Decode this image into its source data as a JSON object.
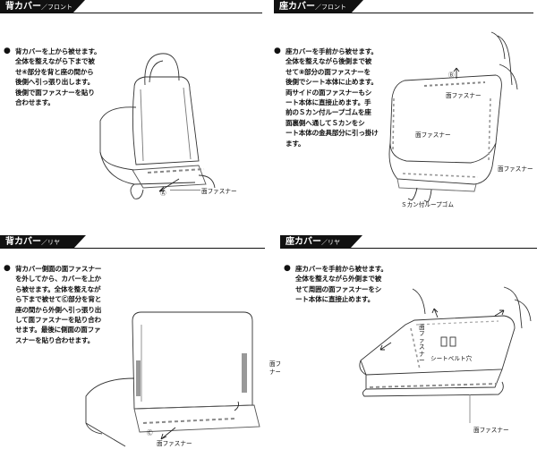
{
  "panels": {
    "back_front": {
      "title": "背カバー",
      "subtitle": "／フロント",
      "lines": [
        "背カバーを上から被せます。",
        "全体を整えながら下まで被",
        "せ④部分を背と座の間から",
        "後側へ引っ張り出します。",
        "後側で面ファスナーを貼り",
        "合わせます。"
      ],
      "label_fastener": "面ファスナー",
      "label_mark": "Ⓐ"
    },
    "seat_front": {
      "title": "座カバー",
      "subtitle": "／フロント",
      "lines": [
        "座カバーを手前から被せます。",
        "全体を整えながら後側まで被",
        "せて⑧部分の面ファスナーを",
        "後側でシート本体に止めます。",
        "両サイドの面ファスナーもシ",
        "ート本体に直接止めます。手",
        "前のＳカン付ループゴムを座",
        "面裏側へ通してＳカンをシ",
        "ート本体の金具部分に引っ掛け",
        "ます。"
      ],
      "label_mark": "Ⓑ",
      "label_fastener_top": "面ファスナー",
      "label_fastener_side": "面ファスナー",
      "label_fastener_front": "面ファスナー",
      "label_loop": "Ｓカン付ループゴム"
    },
    "back_rear": {
      "title": "背カバー",
      "subtitle": "／リヤ",
      "lines": [
        "背カバー側面の面ファスナー",
        "を外してから、カバーを上か",
        "ら被せます。全体を整えなが",
        "ら下まで被せてⒸ部分を背と",
        "座の間から外側へ引っ張り出",
        "して面ファスナーを貼り合わ",
        "せます。最後に側面の面ファ",
        "スナーを貼り合わせます。"
      ],
      "label_side": "面ファスナー",
      "label_mark": "Ⓒ",
      "label_fastener": "面ファスナー"
    },
    "seat_rear": {
      "title": "座カバー",
      "subtitle": "／リヤ",
      "lines": [
        "座カバーを手前から被せます。",
        "全体を整えながら外側まで被",
        "せて周囲の面ファスナーをシ",
        "ート本体に直接止めます。"
      ],
      "label_fastener_vert": "面ファスナー",
      "label_belt": "シートベルト穴",
      "label_fastener_bottom": "面ファスナー"
    }
  }
}
